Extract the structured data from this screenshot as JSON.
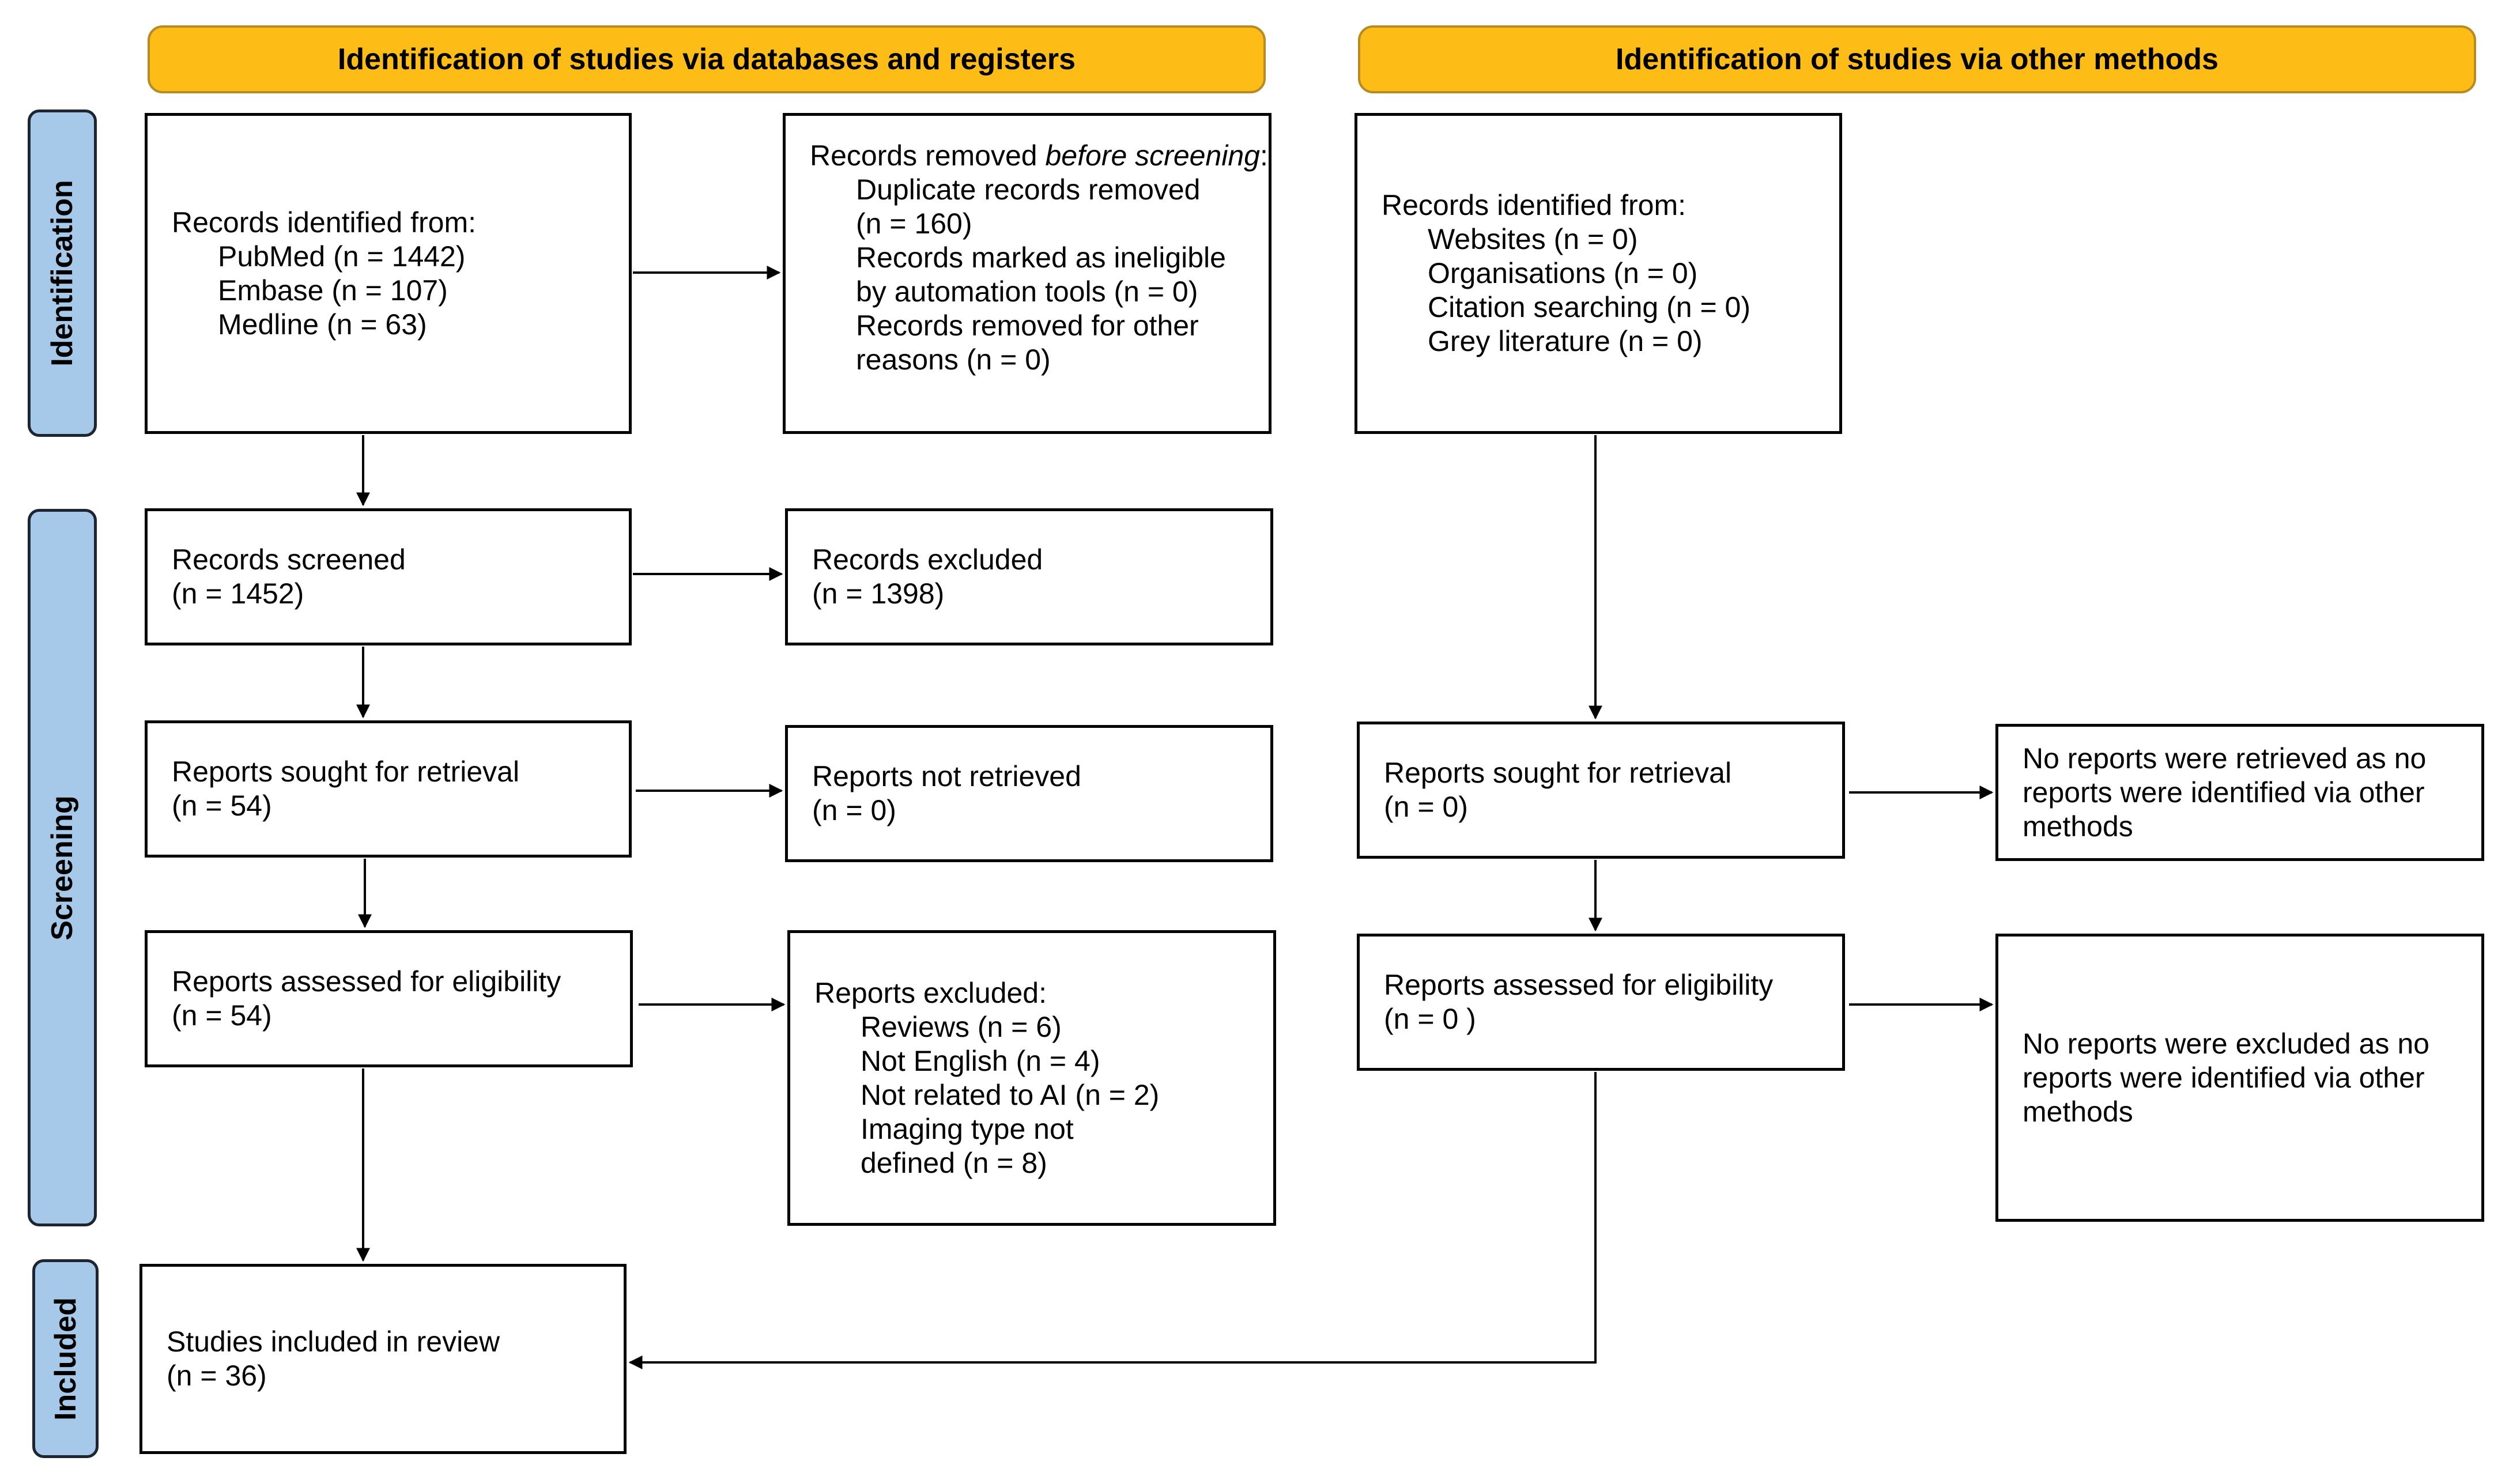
{
  "headers": {
    "databases": "Identification of studies via databases and registers",
    "other": "Identification of studies via other methods"
  },
  "phases": {
    "identification": "Identification",
    "screening": "Screening",
    "included": "Included"
  },
  "colors": {
    "header_fill": "#FDBD16",
    "header_border": "#B58B22",
    "phase_fill": "#A6C8E9",
    "phase_border": "#1C2530",
    "box_border": "#000000"
  },
  "databases": {
    "identified": {
      "title": "Records identified from:",
      "items": [
        "PubMed (n = 1442)",
        "Embase (n = 107)",
        "Medline (n = 63)"
      ]
    },
    "removed_before_screening": {
      "title_prefix": "Records removed ",
      "title_italic": "before screening",
      "title_suffix": ":",
      "items": [
        "Duplicate records removed",
        "(n = 160)",
        "Records marked as ineligible",
        "by automation tools (n = 0)",
        "Records removed for other",
        "reasons (n = 0)"
      ]
    },
    "screened": {
      "label": "Records screened",
      "count": "(n = 1452)"
    },
    "excluded": {
      "label": "Records excluded",
      "count": "(n = 1398)"
    },
    "sought": {
      "label": "Reports sought for retrieval",
      "count": "(n = 54)"
    },
    "not_retrieved": {
      "label": "Reports not retrieved",
      "count": "(n = 0)"
    },
    "assessed": {
      "label": "Reports assessed for eligibility",
      "count": "(n = 54)"
    },
    "reports_excluded": {
      "title": "Reports excluded:",
      "items": [
        "Reviews (n = 6)",
        "Not English (n = 4)",
        "Not related to AI (n = 2)",
        "Imaging type not",
        "defined (n = 8)"
      ]
    }
  },
  "other_methods": {
    "identified": {
      "title": "Records identified from:",
      "items": [
        "Websites (n = 0)",
        "Organisations (n = 0)",
        "Citation searching (n = 0)",
        "Grey literature (n = 0)"
      ]
    },
    "sought": {
      "label": "Reports sought for retrieval",
      "count": "(n = 0)"
    },
    "not_retrieved": {
      "lines": [
        "No reports were retrieved as no",
        "reports were identified via other",
        "methods"
      ]
    },
    "assessed": {
      "label": "Reports assessed for eligibility",
      "count": "(n = 0 )"
    },
    "excluded": {
      "lines": [
        "No reports were excluded as no",
        "reports were identified via other",
        "methods"
      ]
    }
  },
  "included": {
    "label": "Studies included in review",
    "count": "(n = 36)"
  }
}
